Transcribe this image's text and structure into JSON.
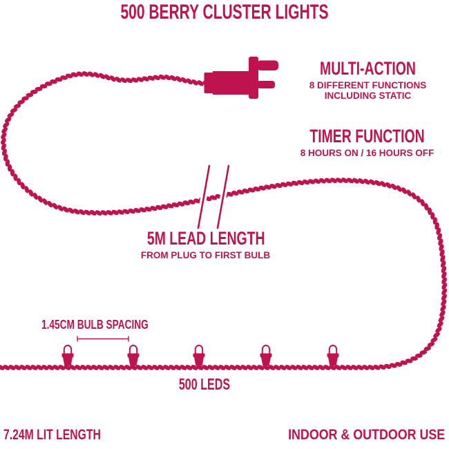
{
  "colors": {
    "accent": "#be134e",
    "background": "#ffffff"
  },
  "title": "500 BERRY CLUSTER LIGHTS",
  "sections": {
    "multi_action": {
      "heading": "MULTI-ACTION",
      "sub1": "8 DIFFERENT FUNCTIONS",
      "sub2": "INCLUDING STATIC"
    },
    "timer": {
      "heading": "TIMER FUNCTION",
      "sub1": "8 HOURS ON / 16 HOURS OFF"
    },
    "lead_length": {
      "heading": "5M LEAD LENGTH",
      "sub1": "FROM PLUG TO FIRST BULB"
    },
    "bulb_spacing": {
      "label": "1.45CM BULB SPACING"
    },
    "led_count": {
      "label": "500 LEDS"
    },
    "lit_length": {
      "label": "7.24M LIT LENGTH"
    },
    "usage": {
      "label": "INDOOR & OUTDOOR USE"
    }
  },
  "diagram": {
    "icons": {
      "plug": "uk-plug-icon",
      "cable": "twisted-cable",
      "break": "cable-break-marks",
      "bulb": "berry-bulb-icon",
      "measure": "spacing-measure-line"
    },
    "visible_bulbs": 5,
    "bulb_positions_x": [
      98,
      193,
      288,
      385,
      482
    ]
  }
}
